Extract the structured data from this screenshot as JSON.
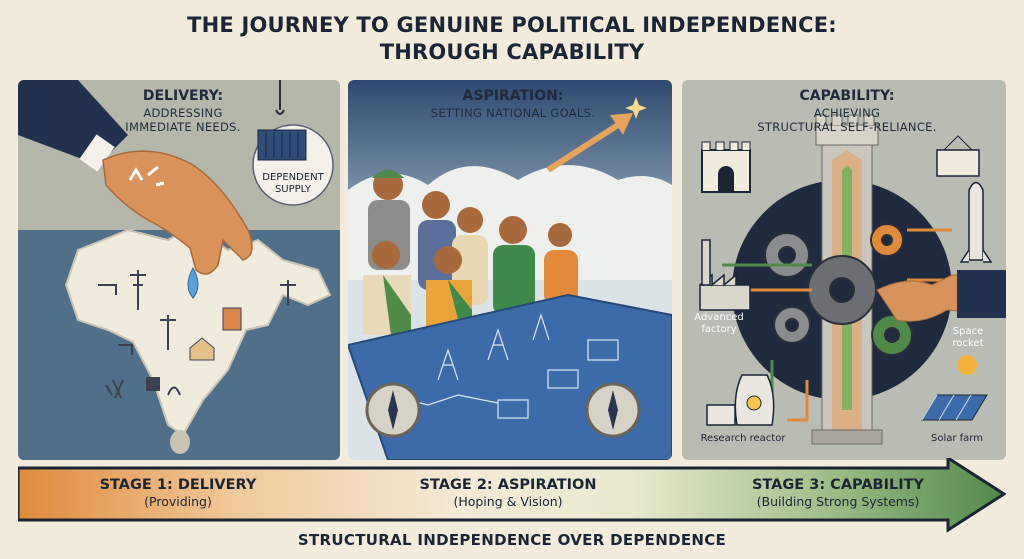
{
  "title": {
    "line1": "THE JOURNEY TO GENUINE POLITICAL INDEPENDENCE:",
    "line2": "THROUGH CAPABILITY"
  },
  "panels": {
    "delivery": {
      "title": "DELIVERY:",
      "subtitle_line1": "ADDRESSING",
      "subtitle_line2": "IMMEDIATE NEEDS.",
      "callout_line1": "DEPENDENT",
      "callout_line2": "SUPPLY"
    },
    "aspiration": {
      "title": "ASPIRATION:",
      "subtitle": "SETTING NATIONAL GOALS."
    },
    "capability": {
      "title": "CAPABILITY:",
      "subtitle_line1": "ACHIEVING",
      "subtitle_line2": "STRUCTURAL SELF-RELIANCE.",
      "labels": {
        "factory_line1": "Advanced",
        "factory_line2": "factory",
        "rocket_line1": "Space",
        "rocket_line2": "rocket",
        "reactor": "Research reactor",
        "solar": "Solar farm"
      }
    }
  },
  "stages": [
    {
      "title": "STAGE 1: DELIVERY",
      "desc": "(Providing)"
    },
    {
      "title": "STAGE 2: ASPIRATION",
      "desc": "(Hoping & Vision)"
    },
    {
      "title": "STAGE 3: CAPABILITY",
      "desc": "(Building Strong Systems)"
    }
  ],
  "footer": "STRUCTURAL INDEPENDENCE OVER DEPENDENCE",
  "colors": {
    "stage1": "#e08a3a",
    "stage2": "#f1e7d2",
    "stage3": "#4f8a48",
    "navy": "#1b2536"
  }
}
